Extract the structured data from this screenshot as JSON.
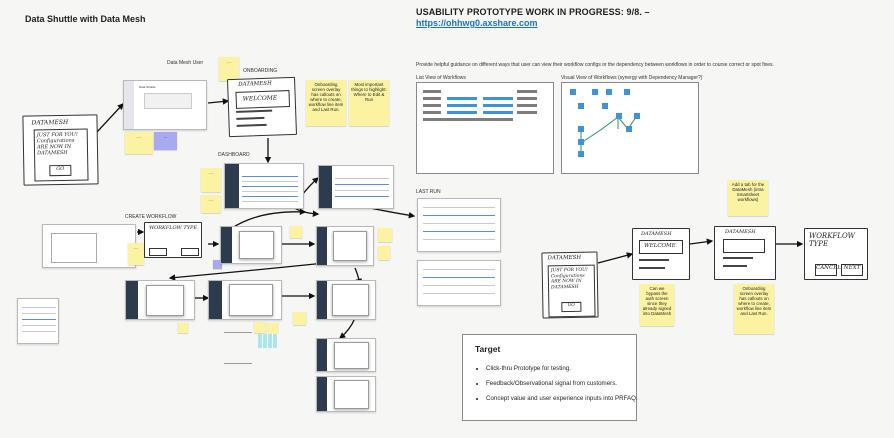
{
  "header": {
    "main_title": "Data Shuttle with Data Mesh",
    "status_title": "USABILITY PROTOTYPE WORK IN PROGRESS: 9/8. –",
    "prototype_link": "https://ohhwg0.axshare.com",
    "guidance_text": "Provide helpful guidance on different ways that user can view their workflow configs or the dependency between workflows in order to course correct or spot fixes."
  },
  "section_labels": {
    "data_mesh_user": "Data Mesh User",
    "onboarding": "ONBOARDING",
    "dashboard": "DASHBOARD",
    "create_workflow": "CREATE WORKFLOW",
    "last_run": "LAST RUN",
    "list_view": "List View of Workflows",
    "visual_view": "Visual View of Workflows (synergy with Dependency Manager?)"
  },
  "sketches": {
    "welcome": "WELCOME",
    "datamesh": "DATAMESH",
    "just_for_you": "JUST FOR YOU! Configurations ARE NOW IN DATAMESH",
    "go": "GO",
    "workflow_type": "WORKFLOW TYPE",
    "cancel": "CANCEL",
    "next": "NEXT"
  },
  "stickies": {
    "onboarding_overlay": "Onboarding screen overlay has callouts on where to create, workflow line item and Last Run.",
    "most_important": "Most important things to highlight: Where to Edit & Run",
    "bypass_auth": "Can we bypass the auth screen since they already signed into DataMesh",
    "add_tab": "Add a tab for the DataMesh (intra Smartsheet workflows)",
    "onboarding_overlay_right": "Onboarding screen overlay has callouts on where to create, workflow line item and Last Run."
  },
  "target": {
    "heading": "Target",
    "bullets": [
      "Click-thru Prototype for testing.",
      "Feedback/Observational signal from customers.",
      "Concept value and user experience inputs into PRFAQ."
    ]
  }
}
